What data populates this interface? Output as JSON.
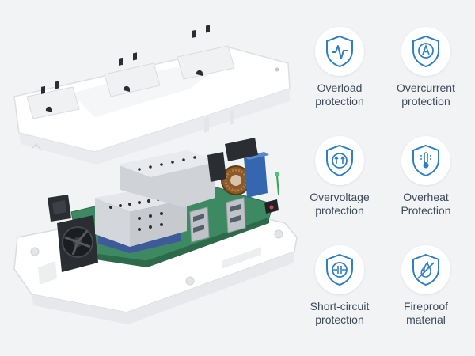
{
  "colors": {
    "accent": "#2f7fc1",
    "text": "#3d4a5a",
    "background": "#f2f3f5",
    "board": "#3d8a62",
    "housing": "#ffffff"
  },
  "product": {
    "icon": "power-strip-exploded-view"
  },
  "features": [
    {
      "icon": "overload-shield-icon",
      "line1": "Overload",
      "line2": "protection"
    },
    {
      "icon": "overcurrent-shield-icon",
      "line1": "Overcurrent",
      "line2": "protection"
    },
    {
      "icon": "overvoltage-shield-icon",
      "line1": "Overvoltage",
      "line2": "protection"
    },
    {
      "icon": "overheat-shield-icon",
      "line1": "Overheat",
      "line2": "Protection"
    },
    {
      "icon": "short-circuit-shield-icon",
      "line1": "Short-circuit",
      "line2": "protection"
    },
    {
      "icon": "fireproof-shield-icon",
      "line1": "Fireproof",
      "line2": "material"
    }
  ]
}
